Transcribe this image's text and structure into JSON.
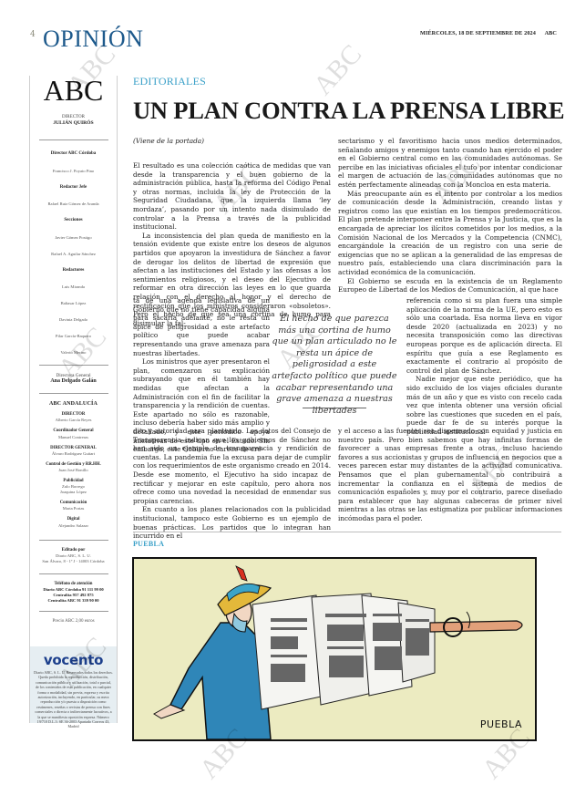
{
  "header": {
    "page_number": "4",
    "section": "OPINIÓN",
    "date": "MIÉRCOLES, 18 DE SEPTIEMBRE DE 2024",
    "publication": "ABC"
  },
  "masthead": {
    "logo": "ABC",
    "director_label": "DIRECTOR",
    "director_name": "JULIÁN QUIRÓS",
    "staff": [
      {
        "role": "Director ABC Córdoba",
        "names": [
          "Francisco J. Poyato Pino"
        ]
      },
      {
        "role": "Redactor Jefe",
        "names": [
          "Rafael Ruiz Gómez de Aranda"
        ]
      },
      {
        "role": "Secciones",
        "names": [
          "Javier Gómez Postigo",
          "Rafael A. Aguilar Sánchez"
        ]
      },
      {
        "role": "Redactores",
        "names": [
          "Luis Miranda",
          "Baltasar López",
          "Davinia Delgado",
          "Pilar García-Baquero",
          "Valerio Merino"
        ]
      }
    ],
    "general_director_label": "Directora General",
    "general_director_name": "Ana Delgado Galán",
    "andalucia": {
      "title": "ABC ANDALUCÍA",
      "entries": [
        {
          "role": "DIRECTOR",
          "names": [
            "Alberto García Reyes"
          ]
        },
        {
          "role": "Coordinador General",
          "names": [
            "Manuel Contreras"
          ]
        },
        {
          "role": "DIRECTOR GENERAL",
          "names": [
            "Álvaro Rodríguez Guitart"
          ]
        },
        {
          "role": "Control de Gestión y RR.HH.",
          "names": [
            "Juan José Bonillo"
          ]
        },
        {
          "role": "Publicidad",
          "names": [
            "Zulo Borrego",
            "Joaquina López"
          ]
        },
        {
          "role": "Comunicación",
          "names": [
            "Marta Portas"
          ]
        },
        {
          "role": "Digital",
          "names": [
            "Alejandro Salazar"
          ]
        }
      ]
    },
    "publisher": {
      "label": "Editado por",
      "name": "Diario ABC, S. L. U.",
      "address": "San Álvaro, 8 - 1º J - 14003 Córdoba"
    },
    "phones": {
      "label": "Teléfono de atención",
      "lines": [
        "Diario ABC Córdoba 91 111 99 00",
        "Centralita 957 492 875",
        "Centralita ABC 91 339 90 00"
      ]
    },
    "price": "Precio ABC 2,00 euros",
    "vocento": {
      "logo": "vocento",
      "legal": "Diario ABC, S. L. U. Reservados todos los derechos. Queda prohibida la reproducción, distribución, comunicación pública y utilización, total o parcial, de los contenidos de esta publicación, en cualquier forma o modalidad, sin previa, expresa y escrita autorización, incluyendo, en particular, su mera reproducción y/o puesta a disposición como resúmenes, reseñas o revistas de prensa con fines comerciales o directa o indirectamente lucrativos, a la que se manifiesta oposición expresa. Número 19/710 D.L.3: SE 36-2003 Apartado Correos 43, Madrid"
    }
  },
  "article": {
    "kicker": "EDITORIALES",
    "headline": "UN PLAN CONTRA LA PRENSA LIBRE",
    "continued": "(Viene de la portada)",
    "col1_full": [
      "El resultado es una colección caótica de medidas que van desde la transparencia y el buen gobierno de la administración pública, hasta la reforma del Código Penal y otras normas, incluida la ley de Protección de la Seguridad Ciudadana, que la izquierda llama ‘ley mordaza’, pasando por un intento nada disimulado de controlar a la Prensa a través de la publicidad institucional.",
      "La inconsistencia del plan queda de manifiesto en la tensión evidente que existe entre los deseos de algunos partidos que apoyaron la investidura de Sánchez a favor de derogar los delitos de libertad de expresión que afectan a las instituciones del Estado y las ofensas a los sentimientos religiosos, y el deseo del Ejecutivo de reformar en otra dirección las leyes en lo que guarda relación con el derecho al honor y el derecho de rectificación que los ministros consideraron «obsoletos». Pero el hecho de que sea una cortina de humo para disimular la fal-"
    ],
    "col1_narrow": [
      "ta de una agenda legislativa de un Gobierno que no tiene capacidad alguna para sacarla adelante, no le resta un ápice de peligrosidad a este artefacto político que puede acabar representando una grave amenaza para nuestras libertades.",
      "Los ministros que ayer presentaron el plan, comenzaron su explicación subrayando que en él también hay medidas que afectan a la Administración con el fin de facilitar la transparencia y la rendición de cuentas. Este apartado no sólo es razonable, incluso debería haber sido más amplio y detallado, y este periódico apoya iniciativas de este tipo en el Estado. Sin embargo, este Gobierno carece de cré-"
    ],
    "col1_bottom": [
      "dito y autoridad para plantearlo. Los datos del Consejo de Transparencia indican que los gobiernos de Sánchez no han sido un ejemplo de transparencia y rendición de cuentas. La pandemia fue la excusa para dejar de cumplir con los requerimientos de este organismo creado en 2014. Desde ese momento, el Ejecutivo ha sido incapaz de rectificar y mejorar en este capítulo, pero ahora nos ofrece como una novedad la necesidad de enmendar sus propias carencias.",
      "En cuanto a los planes relacionados con la publicidad institucional, tampoco este Gobierno es un ejemplo de buenas prácticas. Los partidos que lo integran han incurrido en el"
    ],
    "col2_full": [
      "sectarismo y el favoritismo hacia unos medios determinados, señalando amigos y enemigos tanto cuando han ejercido el poder en el Gobierno central como en las comunidades autónomas. Se percibe en las iniciativas oficiales el tufo por intentar condicionar el margen de actuación de las comunidades autónomas que no estén perfectamente alineadas con la Moncloa en esta materia.",
      "Más preocupante aún es el intento por controlar a los medios de comunicación desde la Administración, creando listas y registros como las que existían en los tiempos predemocráticos. El plan pretende interponer entre la Prensa y la Justicia, que es la encargada de apreciar los ilícitos cometidos por los medios, a la Comisión Nacional de los Mercados y la Competencia (CNMC), encargándole la creación de un registro con una serie de exigencias que no se aplican a la generalidad de las empresas de nuestro país, estableciendo una clara discriminación para la actividad económica de la comunicación.",
      "El Gobierno se escuda en la existencia de un Reglamento Europeo de Libertad de los Medios de Comunicación, al que hace"
    ],
    "col2_narrow": [
      "referencia como si su plan fuera una simple aplicación de la norma de la UE, pero esto es sólo una coartada. Esa norma lleva en vigor desde 2020 (actualizada en 2023) y no necesita transposición como las directivas europeas porque es de aplicación directa. El espíritu que guía a ese Reglamento es exactamente el contrario al propósito de control del plan de Sánchez.",
      "Nadie mejor que este periódico, que ha sido excluido de los viajes oficiales durante más de un año y que es visto con recelo cada vez que intenta obtener una versión oficial sobre las cuestiones que suceden en el país, puede dar fe de su interés porque la publicidad institucional"
    ],
    "col2_bottom": [
      "y el acceso a las fuentes sea dispensado con equidad y justicia en nuestro país. Pero bien sabemos que hay infinitas formas de favorecer a unas empresas frente a otras, incluso haciendo favores a sus accionistas y grupos de influencia en negocios que a veces parecen estar muy distantes de la actividad comunicativa. Pensamos que el plan gubernamental no contribuirá a incrementar la confianza en el sistema de medios de comunicación españoles y, muy por el contrario, parece diseñado para establecer que hay algunas cabeceras de primer nivel mientras a las otras se las estigmatiza por publicar informaciones incómodas para el poder."
    ],
    "pullquote": "El hecho de que parezca más una cortina de humo que un plan articulado no le resta un ápice de peligrosidad a este artefacto político que puede acabar representando una grave amenaza a nuestras libertades"
  },
  "cartoon": {
    "label": "PUEBLA",
    "signature": "PUEBLA",
    "colors": {
      "background": "#ecebc1",
      "suit": "#2f86b8",
      "hat": "#e3b83a",
      "hat_band": "#3ba4c9",
      "feather": "#d8301f",
      "nose": "#e2a07a"
    }
  },
  "watermark": "ABC",
  "colors": {
    "section_blue": "#1e5a8c",
    "kicker_cyan": "#3aa0c8",
    "vocento_blue": "#1c3f8c",
    "vocento_bg": "#e6eef2"
  }
}
